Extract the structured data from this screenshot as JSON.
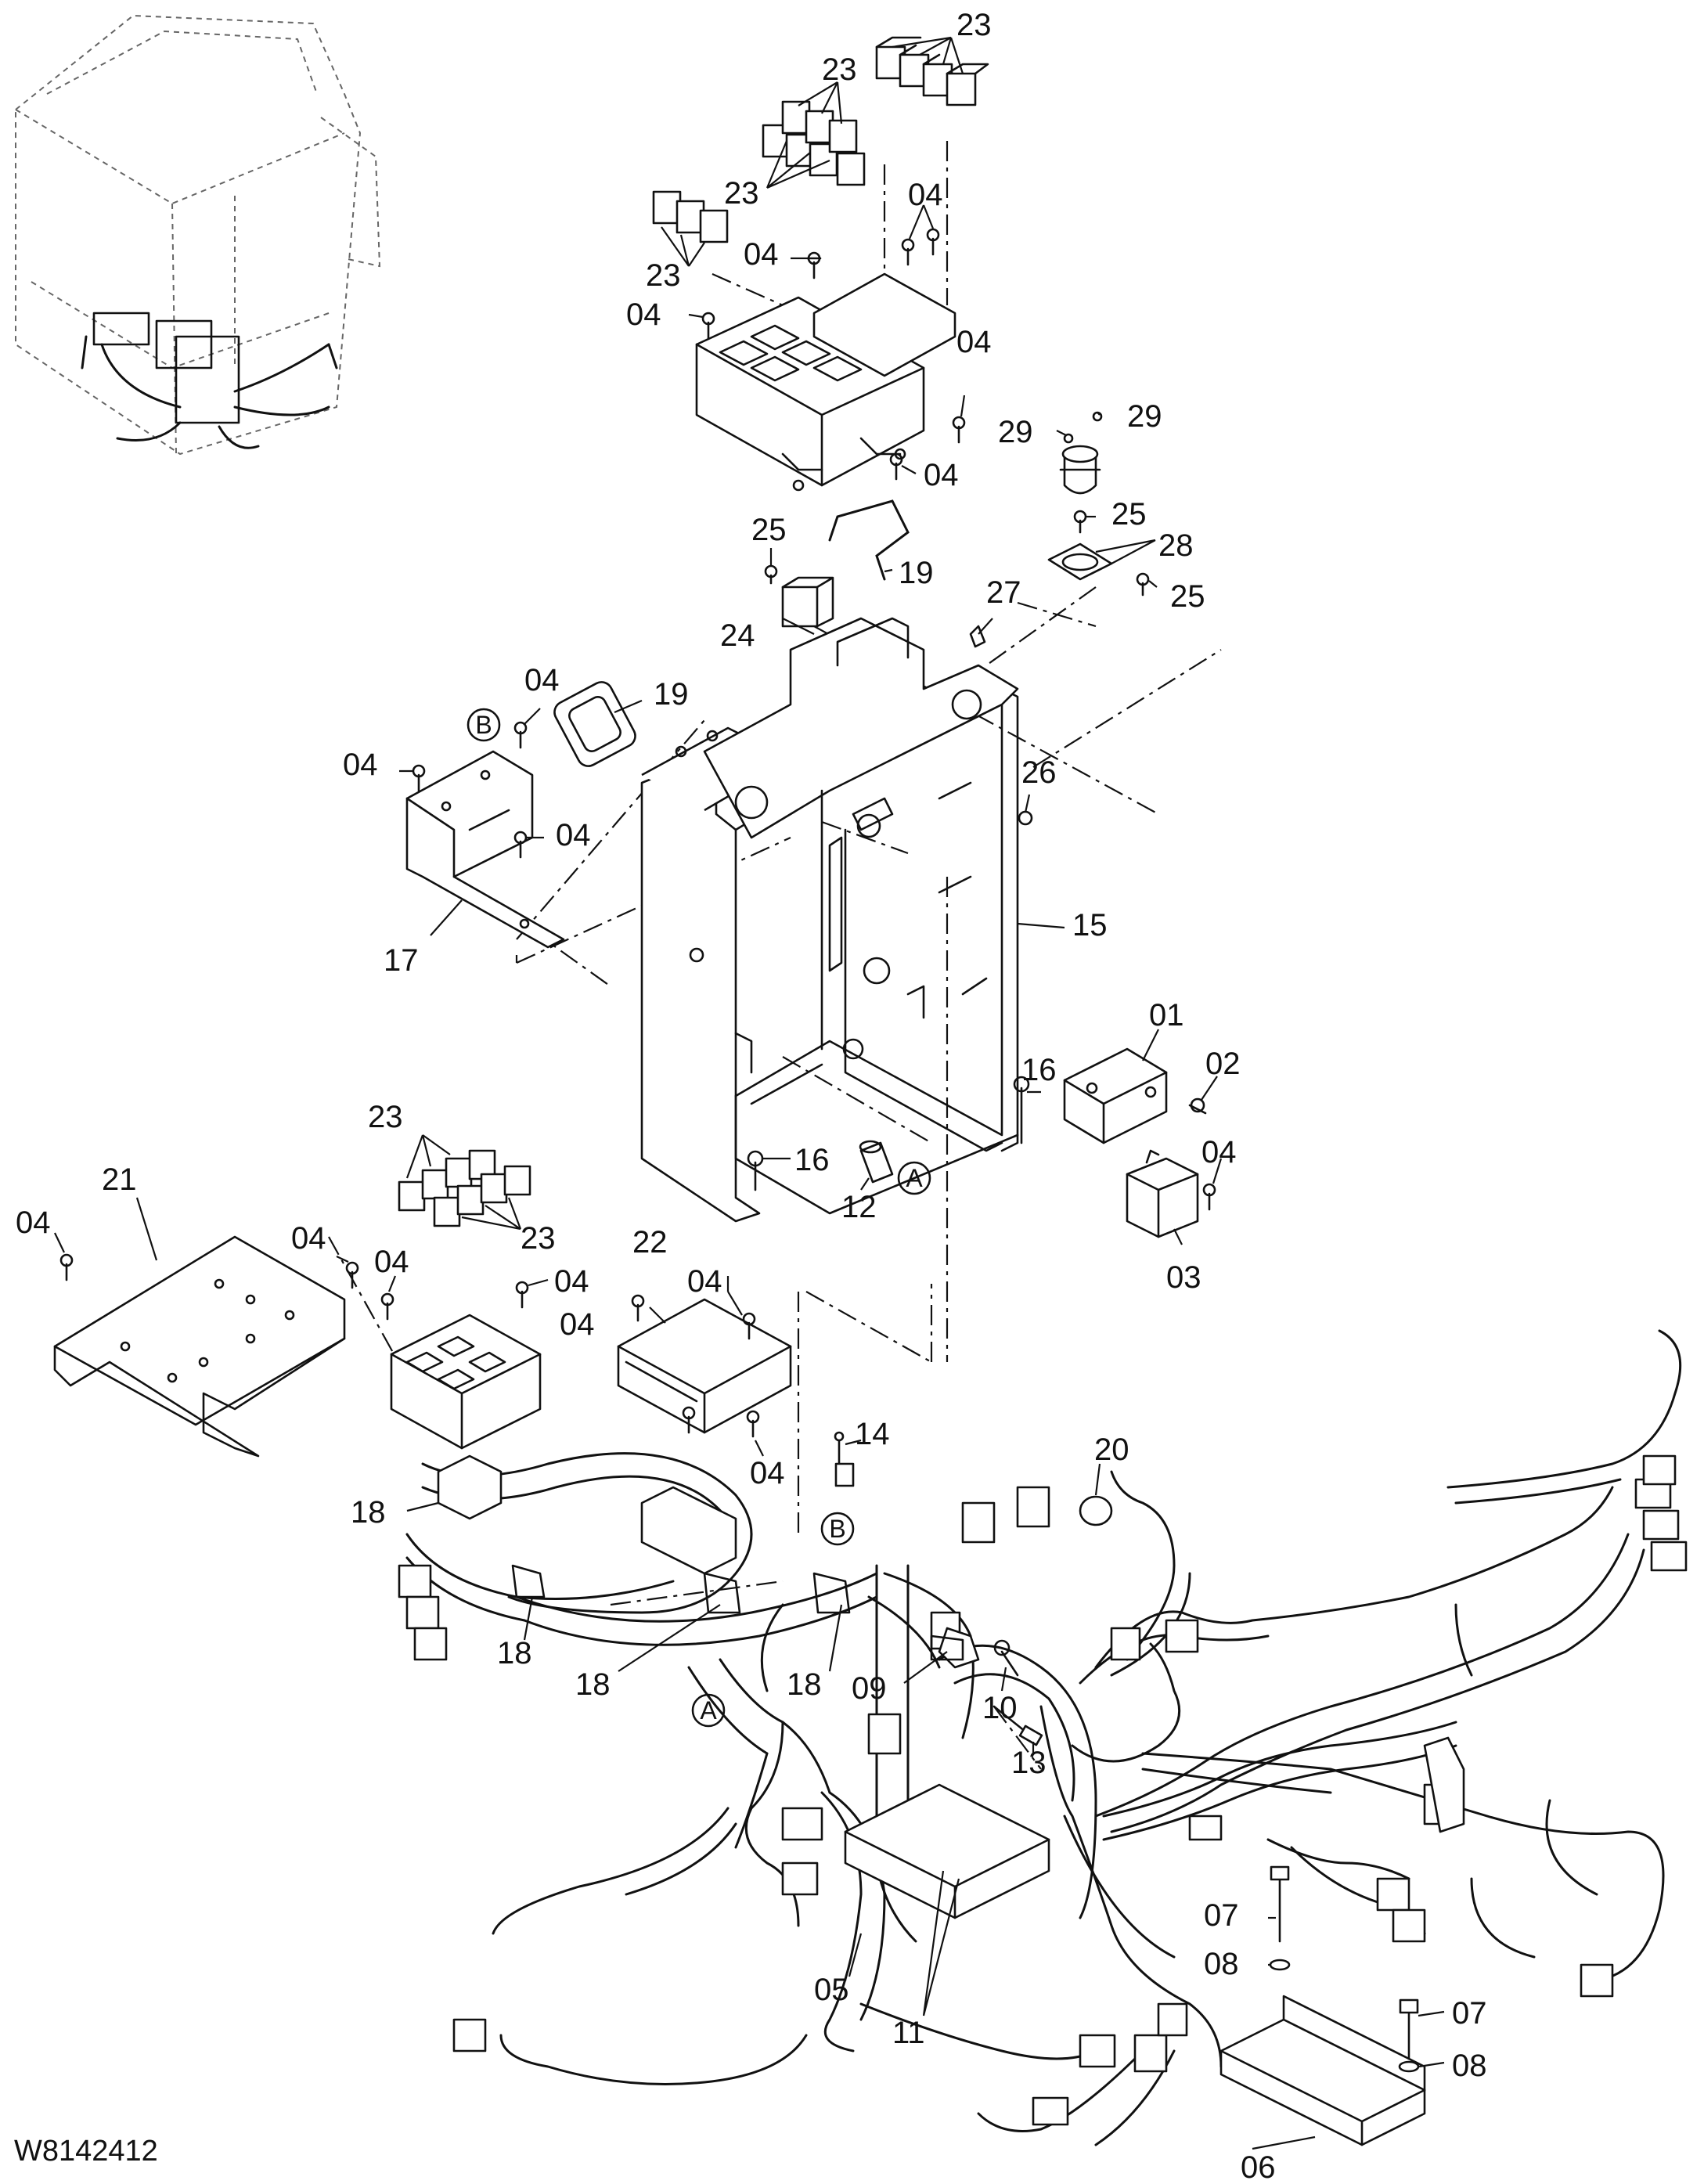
{
  "drawing_number": "W8142412",
  "callouts": {
    "c01": "01",
    "c02": "02",
    "c03": "03",
    "c04": "04",
    "c05": "05",
    "c06": "06",
    "c07": "07",
    "c08": "08",
    "c09": "09",
    "c10": "10",
    "c11": "11",
    "c12": "12",
    "c13": "13",
    "c14": "14",
    "c15": "15",
    "c16": "16",
    "c17": "17",
    "c18": "18",
    "c19": "19",
    "c20": "20",
    "c21": "21",
    "c22": "22",
    "c23": "23",
    "c24": "24",
    "c25": "25",
    "c26": "26",
    "c27": "27",
    "c28": "28",
    "c29": "29"
  },
  "reference_marks": {
    "a": "A",
    "b": "B"
  }
}
